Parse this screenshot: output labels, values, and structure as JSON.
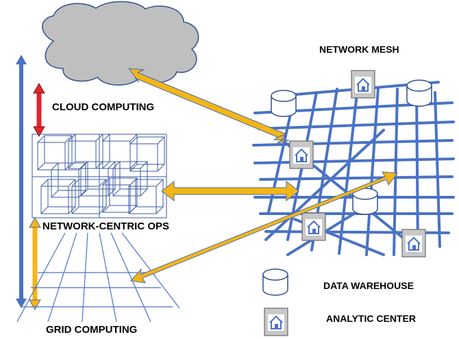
{
  "labels": {
    "cloud": "CLOUD COMPUTING",
    "network_ops": "NETWORK-CENTRIC OPS",
    "grid": "GRID COMPUTING",
    "mesh": "NETWORK MESH",
    "warehouse": "DATA WAREHOUSE",
    "analytic": "ANALYTIC CENTER"
  },
  "colors": {
    "cloud_fill": "#bfbfbf",
    "cloud_stroke": "#2f4f8f",
    "mesh_line": "#4a72c4",
    "axis_blue": "#4a72c4",
    "axis_red": "#e0262c",
    "arrow_gold": "#f2b618",
    "arrow_outline": "#4a6aa8",
    "box_stroke": "#3a5aa0",
    "house_bg": "#c8c8c8",
    "house_icon": "#4a72c4"
  },
  "icons": [
    "cloud-icon",
    "data-warehouse-icon",
    "analytic-center-icon"
  ]
}
